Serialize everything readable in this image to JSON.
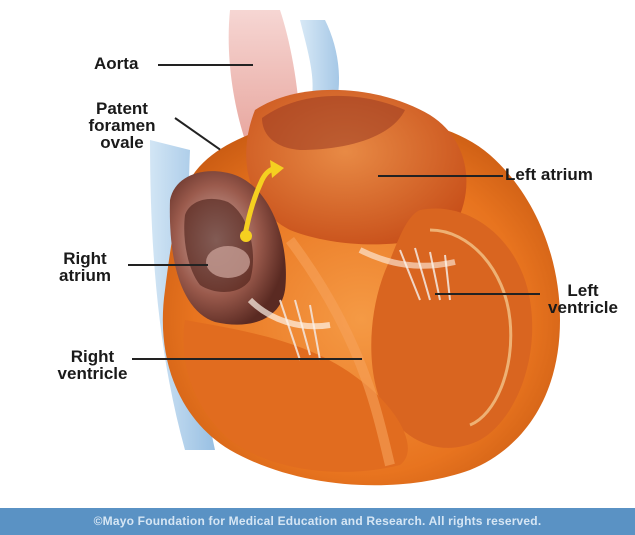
{
  "labels": {
    "aorta": "Aorta",
    "pfo_line1": "Patent",
    "pfo_line2": "foramen",
    "pfo_line3": "ovale",
    "left_atrium": "Left atrium",
    "right_atrium_line1": "Right",
    "right_atrium_line2": "atrium",
    "left_ventricle_line1": "Left",
    "left_ventricle_line2": "ventricle",
    "right_ventricle_line1": "Right",
    "right_ventricle_line2": "ventricle"
  },
  "footer": {
    "copyright": "©Mayo Foundation for Medical Education and Research. All rights reserved."
  },
  "colors": {
    "myocardium": "#e8741f",
    "chamber": "#d9571a",
    "vessel_blue": "#9cc3e6",
    "shunt_yellow": "#f5d020",
    "footer_bar": "#5a92c4"
  }
}
